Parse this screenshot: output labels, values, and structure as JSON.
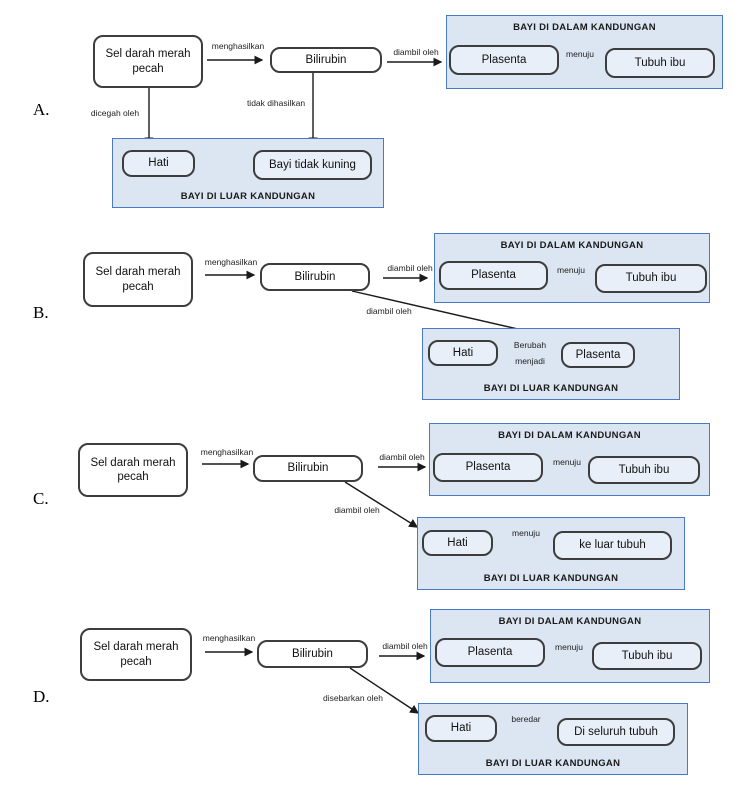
{
  "colors": {
    "blue_border": "#4a79c5",
    "blue_fill": "#dce6f2",
    "node_border": "#3d3d3d"
  },
  "options": {
    "A": {
      "letter": "A.",
      "source": "Sel darah merah pecah",
      "lbl_produce": "menghasilkan",
      "bilirubin": "Bilirubin",
      "lbl_taken": "diambil oleh",
      "womb_title": "BAYI DI DALAM KANDUNGAN",
      "plasenta": "Plasenta",
      "lbl_to": "menuju",
      "mother": "Tubuh ibu",
      "lbl_prevented": "dicegah oleh",
      "lbl_not_produced": "tidak dihasilkan",
      "outside_title": "BAYI DI LUAR KANDUNGAN",
      "liver": "Hati",
      "result": "Bayi tidak kuning"
    },
    "B": {
      "letter": "B.",
      "source": "Sel darah merah pecah",
      "lbl_produce": "menghasilkan",
      "bilirubin": "Bilirubin",
      "lbl_taken": "diambil oleh",
      "womb_title": "BAYI DI DALAM KANDUNGAN",
      "plasenta": "Plasenta",
      "lbl_to": "menuju",
      "mother": "Tubuh ibu",
      "lbl_taken2": "diambil oleh",
      "outside_title": "BAYI DI LUAR KANDUNGAN",
      "liver": "Hati",
      "lbl_change_1": "Berubah",
      "lbl_change_2": "menjadi",
      "result": "Plasenta"
    },
    "C": {
      "letter": "C.",
      "source": "Sel darah merah pecah",
      "lbl_produce": "menghasilkan",
      "bilirubin": "Bilirubin",
      "lbl_taken": "diambil oleh",
      "womb_title": "BAYI DI DALAM KANDUNGAN",
      "plasenta": "Plasenta",
      "lbl_to": "menuju",
      "mother": "Tubuh ibu",
      "lbl_taken2": "diambil oleh",
      "outside_title": "BAYI DI LUAR KANDUNGAN",
      "liver": "Hati",
      "lbl_to2": "menuju",
      "result": "ke luar tubuh"
    },
    "D": {
      "letter": "D.",
      "source": "Sel darah merah pecah",
      "lbl_produce": "menghasilkan",
      "bilirubin": "Bilirubin",
      "lbl_taken": "diambil oleh",
      "womb_title": "BAYI DI DALAM KANDUNGAN",
      "plasenta": "Plasenta",
      "lbl_to": "menuju",
      "mother": "Tubuh ibu",
      "lbl_spread": "disebarkan oleh",
      "outside_title": "BAYI DI LUAR KANDUNGAN",
      "liver": "Hati",
      "lbl_flow": "beredar",
      "result": "Di seluruh tubuh"
    }
  }
}
